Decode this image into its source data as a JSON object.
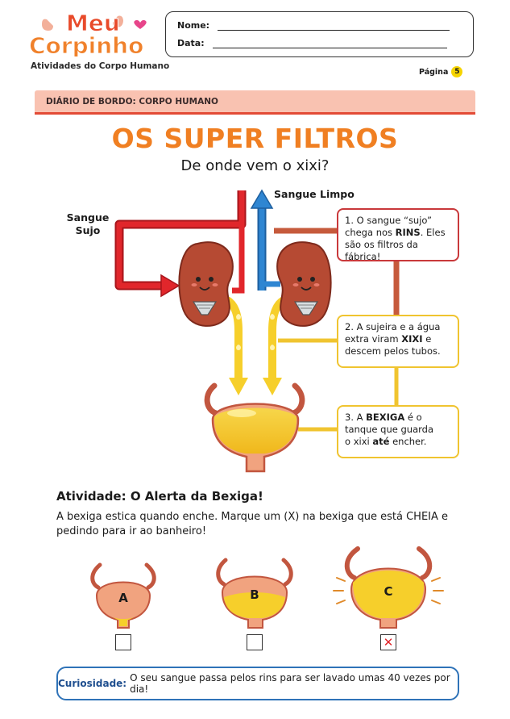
{
  "logo": {
    "line1": "Meu",
    "line2": "Corpinho",
    "tagline": "Atividades do Corpo Humano"
  },
  "header": {
    "name_label": "Nome:",
    "date_label": "Data:",
    "page_label": "Página",
    "page_number": "5"
  },
  "banner": "DIÁRIO DE BORDO: CORPO HUMANO",
  "title": "OS SUPER FILTROS",
  "subtitle": "De onde vem o xixi?",
  "diagram": {
    "dirty_blood_label_1": "Sangue",
    "dirty_blood_label_2": "Sujo",
    "clean_blood_label": "Sangue Limpo",
    "callout1": {
      "a": "1. O sangue “sujo”",
      "b_pre": "chega nos ",
      "b_bold": "RINS",
      "b_post": ". Eles",
      "c": "são os filtros da fábrica!"
    },
    "callout2": {
      "a": "2. A sujeira e a água",
      "b_pre": "extra viram ",
      "b_bold": "XIXI",
      "b_post": " e",
      "c": "descem pelos tubos."
    },
    "callout3": {
      "a_pre": "3. A ",
      "a_bold": "BEXIGA",
      "a_post": " é o",
      "b": "tanque que guarda",
      "c_pre": "o xixi ",
      "c_bold": "até",
      "c_post": " encher."
    }
  },
  "activity": {
    "title": "Atividade: O Alerta da Bexiga!",
    "instructions": "A bexiga estica quando enche. Marque um (X) na bexiga que está CHEIA e pedindo para ir ao banheiro!",
    "options": [
      {
        "label": "A",
        "fill": 0.05,
        "checked": false
      },
      {
        "label": "B",
        "fill": 0.4,
        "checked": false
      },
      {
        "label": "C",
        "fill": 0.9,
        "checked": true,
        "mark": "✕"
      }
    ]
  },
  "curiosity": {
    "label": "Curiosidade:",
    "text": "O seu sangue passa pelos rins para ser lavado umas 40 vezes por dia!"
  },
  "colors": {
    "orange_title": "#f07f22",
    "dirty_blood": "#e1262b",
    "clean_blood": "#2f86d2",
    "urine": "#f6cf2b",
    "kidney": "#b64a33",
    "callout1_border": "#c9393b",
    "callout_yellow_border": "#f0c430",
    "curiosity_border": "#2f73b8"
  }
}
